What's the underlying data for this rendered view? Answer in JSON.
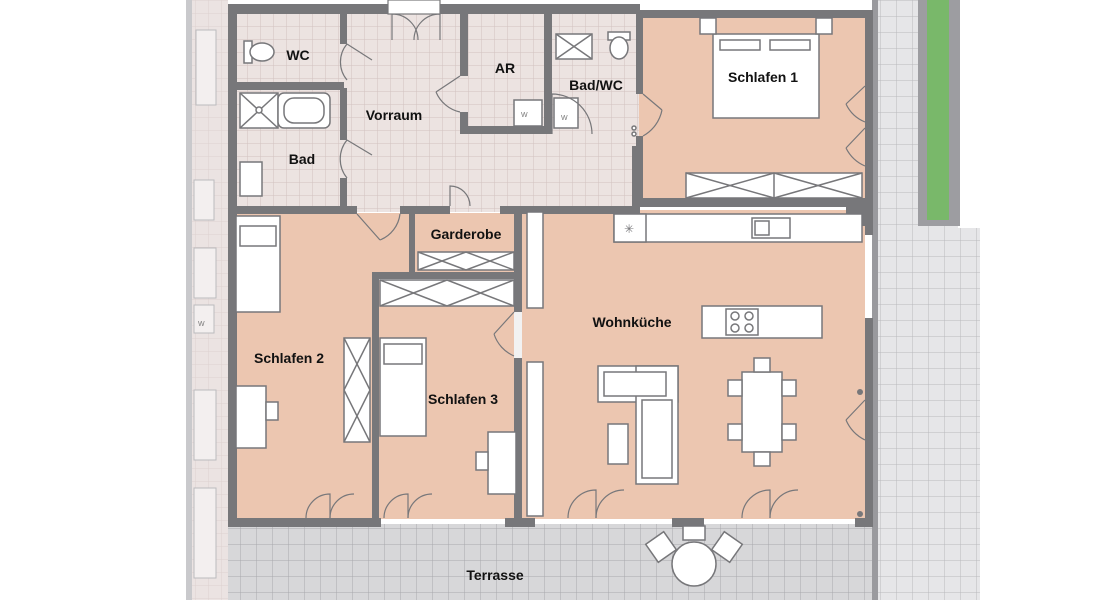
{
  "rooms": {
    "wc": "WC",
    "ar": "AR",
    "bad_wc": "Bad/WC",
    "schlafen1": "Schlafen 1",
    "vorraum": "Vorraum",
    "bad": "Bad",
    "garderobe": "Garderobe",
    "schlafen2": "Schlafen 2",
    "schlafen3": "Schlafen 3",
    "wohnkueche": "Wohnküche",
    "terrasse": "Terrasse"
  },
  "appliance_labels": {
    "washer_ar": "W",
    "washer_badwc": "W",
    "washer_left": "W"
  },
  "colors": {
    "room_fill": "#ecc6b0",
    "wet_fill": "#ece3e1",
    "terrace_fill": "#d6d6d8",
    "wall": "#77777a",
    "green_strip": "#79b86a"
  }
}
